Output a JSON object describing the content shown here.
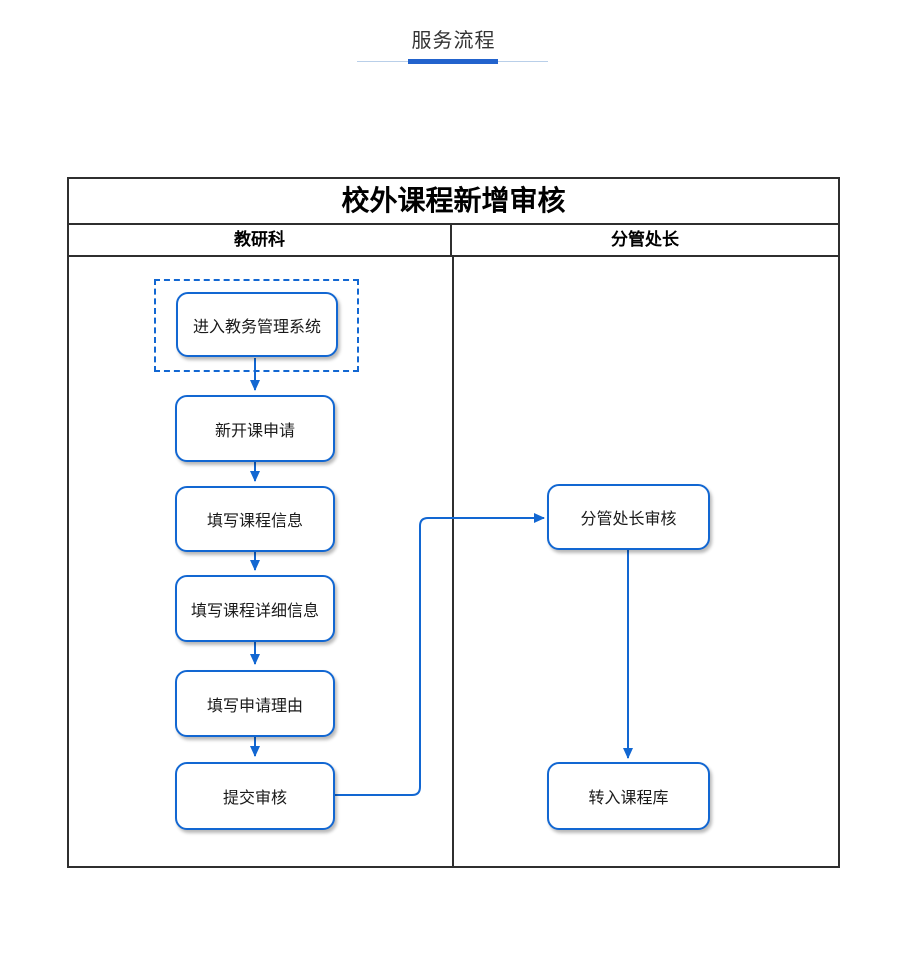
{
  "header": {
    "title": "服务流程"
  },
  "flowchart": {
    "title": "校外课程新增审核",
    "lanes": [
      {
        "label": "教研科"
      },
      {
        "label": "分管处长"
      }
    ],
    "nodes": [
      {
        "id": "enter-system",
        "label": "进入教务管理系统",
        "lane": "教研科"
      },
      {
        "id": "new-course-apply",
        "label": "新开课申请",
        "lane": "教研科"
      },
      {
        "id": "fill-course-info",
        "label": "填写课程信息",
        "lane": "教研科"
      },
      {
        "id": "fill-course-detail",
        "label": "填写课程详细信息",
        "lane": "教研科"
      },
      {
        "id": "fill-apply-reason",
        "label": "填写申请理由",
        "lane": "教研科"
      },
      {
        "id": "submit-review",
        "label": "提交审核",
        "lane": "教研科"
      },
      {
        "id": "director-review",
        "label": "分管处长审核",
        "lane": "分管处长"
      },
      {
        "id": "into-course-library",
        "label": "转入课程库",
        "lane": "分管处长"
      }
    ],
    "edges": [
      {
        "from": "enter-system",
        "to": "new-course-apply"
      },
      {
        "from": "new-course-apply",
        "to": "fill-course-info"
      },
      {
        "from": "fill-course-info",
        "to": "fill-course-detail"
      },
      {
        "from": "fill-course-detail",
        "to": "fill-apply-reason"
      },
      {
        "from": "fill-apply-reason",
        "to": "submit-review"
      },
      {
        "from": "submit-review",
        "to": "director-review"
      },
      {
        "from": "director-review",
        "to": "into-course-library"
      }
    ],
    "colors": {
      "node_border": "#1267d2",
      "arrow": "#1267d2",
      "tab_indicator": "#2263cd",
      "underline_light": "#b9cfe9",
      "table_border": "#2f2f2f"
    }
  }
}
